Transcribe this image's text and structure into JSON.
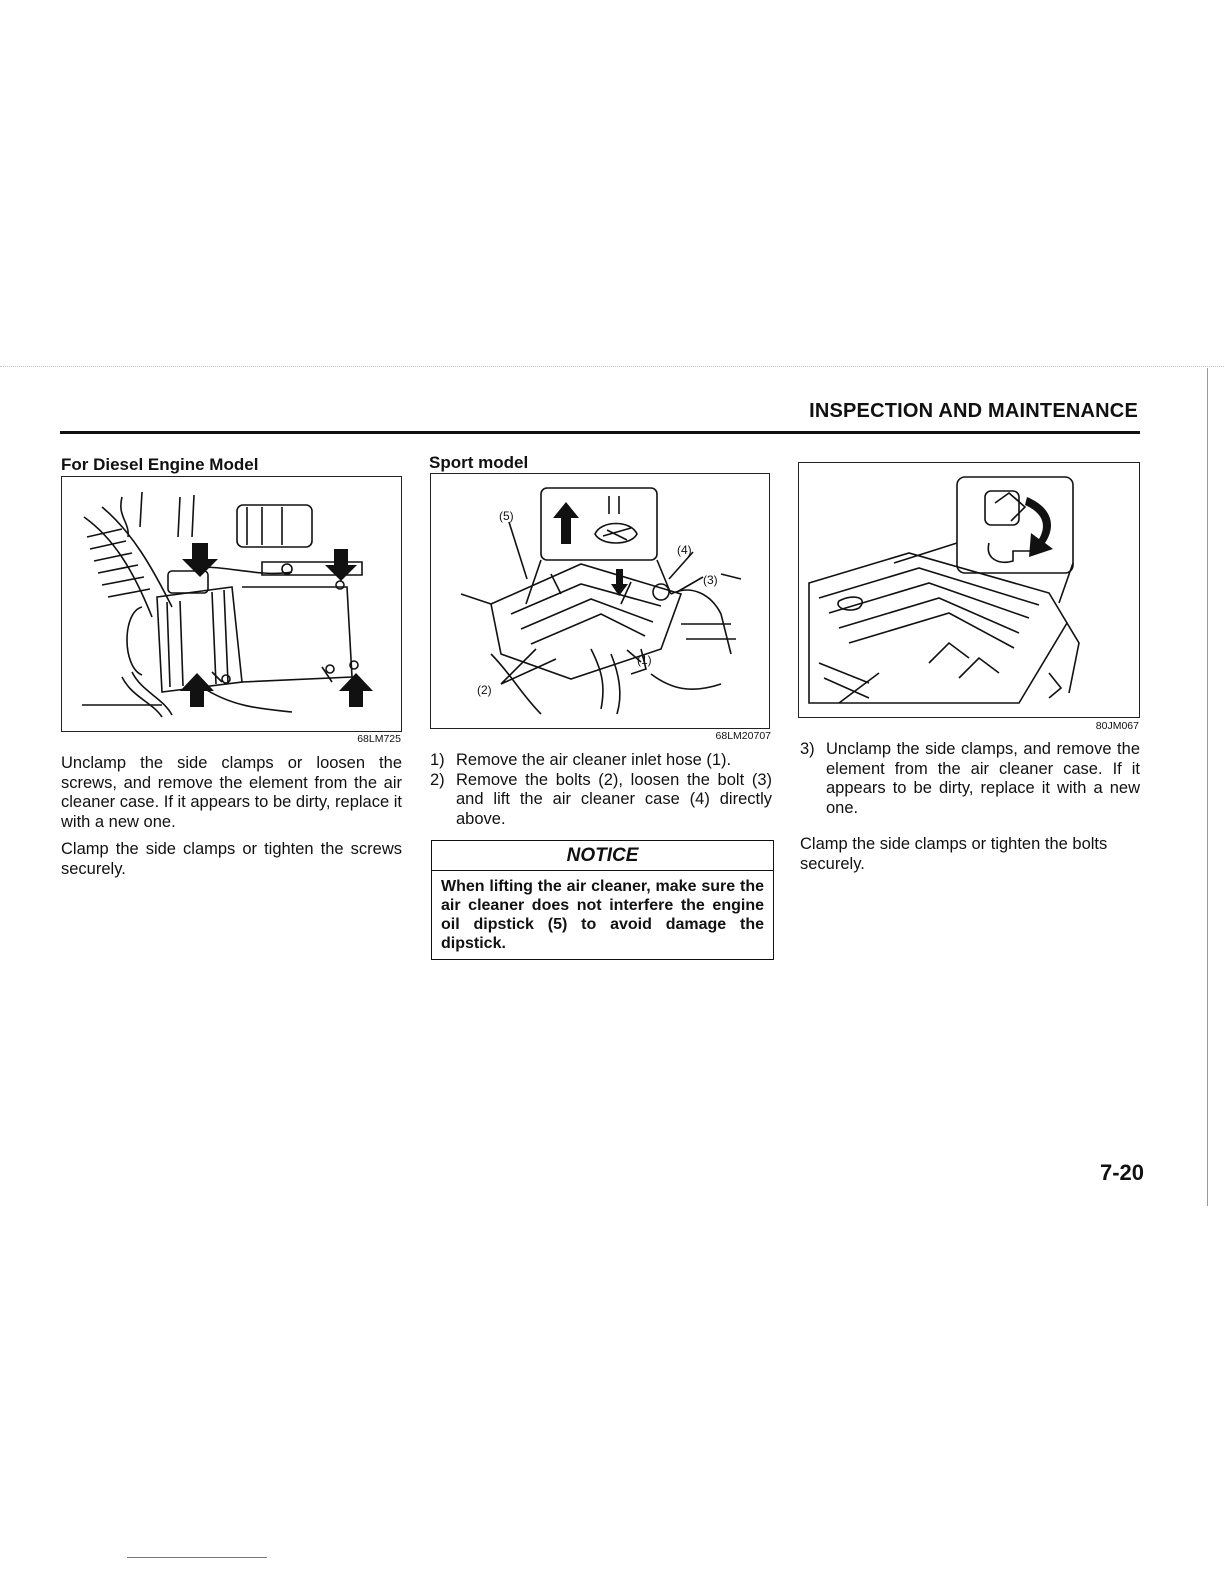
{
  "header": {
    "title": "INSPECTION AND MAINTENANCE"
  },
  "left": {
    "heading": "For Diesel Engine Model",
    "figure_code": "68LM725",
    "paragraph1": "Unclamp the side clamps or loosen the screws, and remove the element from the air cleaner case. If it appears to be dirty, replace it with a new one.",
    "paragraph2": "Clamp the side clamps or tighten the screws securely."
  },
  "middle": {
    "heading": "Sport model",
    "figure_code": "68LM20707",
    "figure_labels": [
      "(5)",
      "(4)",
      "(3)",
      "(1)",
      "(2)"
    ],
    "steps": [
      {
        "num": "1)",
        "text": "Remove the air cleaner inlet hose (1)."
      },
      {
        "num": "2)",
        "text": "Remove the bolts (2), loosen the bolt (3) and lift the air cleaner case (4) directly above."
      }
    ],
    "notice": {
      "title": "NOTICE",
      "body": "When lifting the air cleaner, make sure the air cleaner does not interfere the engine oil dipstick (5) to avoid damage the dipstick."
    }
  },
  "right": {
    "figure_code": "80JM067",
    "steps": [
      {
        "num": "3)",
        "text": "Unclamp the side clamps, and remove the element from the air cleaner case. If it appears to be dirty, replace it with a new one."
      }
    ],
    "paragraph": "Clamp the side clamps or tighten the bolts securely."
  },
  "footer": {
    "page_number": "7-20"
  }
}
